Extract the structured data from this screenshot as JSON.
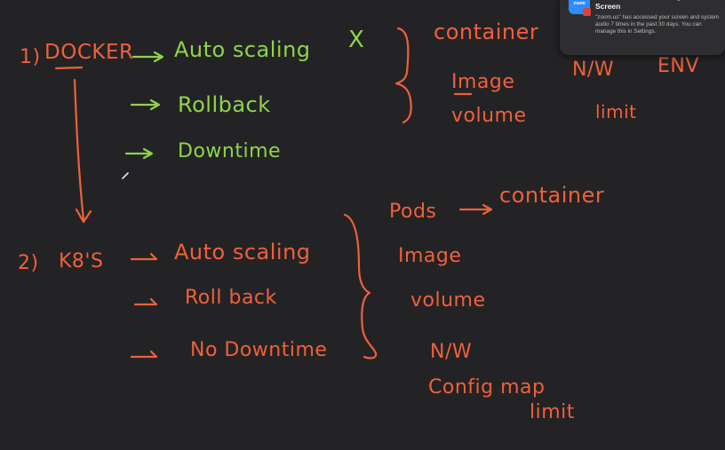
{
  "notification": {
    "app_icon_label": "zoom",
    "title": "\"zoom.us\" is Accessing Your Screen",
    "body": "\"zoom.us\" has accessed your screen and system audio 7 times in the past 30 days. You can manage this in Settings."
  },
  "docker": {
    "number": "1)",
    "title": "DOCKER",
    "features": [
      "Auto scaling",
      "Rollback",
      "Downtime"
    ],
    "cross_mark": "X",
    "related": [
      "container",
      "Image",
      "volume"
    ],
    "extra": [
      "N/W",
      "ENV",
      "limit"
    ]
  },
  "k8s": {
    "number": "2)",
    "title": "K8'S",
    "features": [
      "Auto scaling",
      "Roll back",
      "No Downtime"
    ],
    "related": [
      "Pods",
      "container",
      "Image",
      "volume",
      "N/W",
      "Config map",
      "limit"
    ]
  },
  "colors": {
    "background": "#232325",
    "green_ink": "#8fd44a",
    "red_ink": "#f0603a"
  }
}
